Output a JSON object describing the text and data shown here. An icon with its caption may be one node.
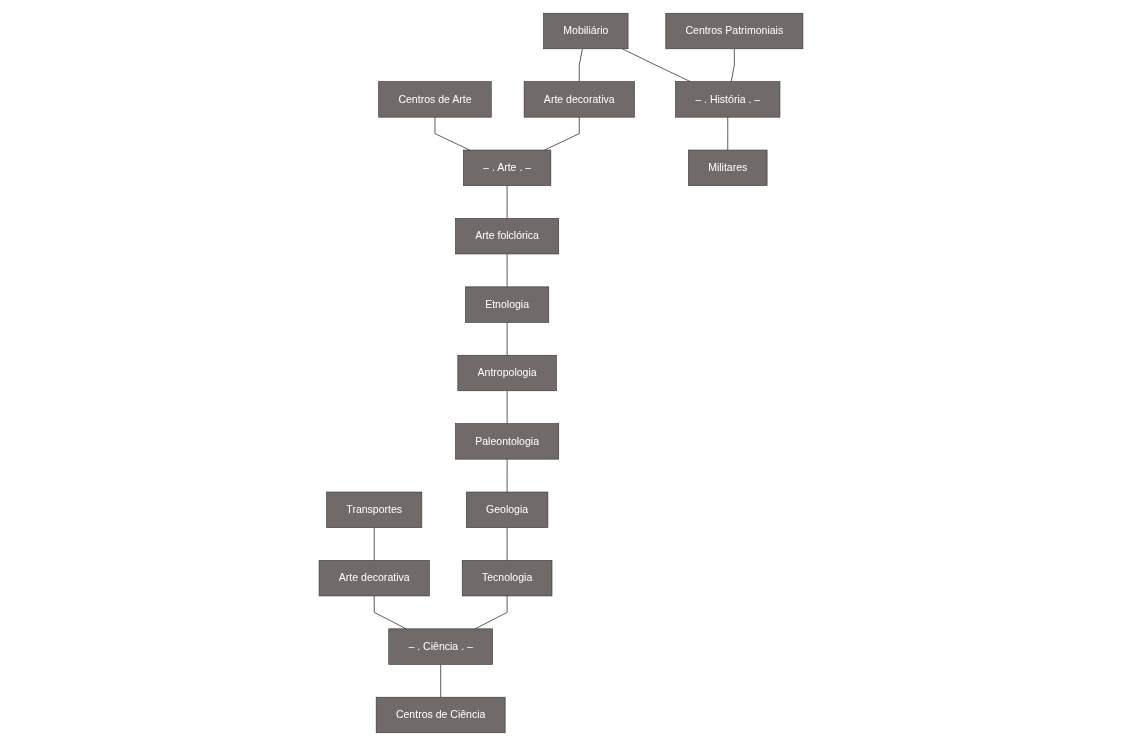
{
  "diagram": {
    "nodes": [
      {
        "text": [
          "Centros de Arte"
        ]
      },
      {
        "text": [
          "Arte decorativa"
        ]
      },
      {
        "text": [
          "– . Arte . –"
        ]
      },
      {
        "text": [
          "Arte folclórica"
        ]
      },
      {
        "text": [
          "Mobiliário"
        ]
      },
      {
        "text": [
          "Etnologia"
        ]
      },
      {
        "text": [
          "Centros Patrimoniais"
        ]
      },
      {
        "text": [
          "– . História . –"
        ]
      },
      {
        "text": [
          "Antropologia"
        ]
      },
      {
        "text": [
          "Paleontologia"
        ]
      },
      {
        "text": [
          "Militares"
        ]
      },
      {
        "text": [
          "– . Ciência . –"
        ]
      },
      {
        "text": [
          "Transportes"
        ]
      },
      {
        "text": [
          "Geologia"
        ]
      },
      {
        "text": [
          "Arte decorativa"
        ]
      },
      {
        "text": [
          "Tecnologia"
        ]
      },
      {
        "text": [
          "Centros de Ciência"
        ]
      }
    ],
    "edges": [
      {
        "from": 0,
        "to": 2,
        "arrow": "none"
      },
      {
        "from": 1,
        "to": 2,
        "arrow": "none"
      },
      {
        "from": 2,
        "to": 3,
        "arrow": "none"
      },
      {
        "from": 4,
        "to": 1,
        "arrow": "none"
      },
      {
        "from": 3,
        "to": 5,
        "arrow": "none"
      },
      {
        "from": 4,
        "to": 7,
        "arrow": "none"
      },
      {
        "from": 6,
        "to": 7,
        "arrow": "none"
      },
      {
        "from": 5,
        "to": 8,
        "arrow": "none"
      },
      {
        "from": 8,
        "to": 9,
        "arrow": "none"
      },
      {
        "from": 7,
        "to": 10,
        "arrow": "none"
      },
      {
        "from": 12,
        "to": 14,
        "arrow": "none"
      },
      {
        "from": 14,
        "to": 11,
        "arrow": "none"
      },
      {
        "from": 9,
        "to": 13,
        "arrow": "none"
      },
      {
        "from": 13,
        "to": 15,
        "arrow": "none"
      },
      {
        "from": 15,
        "to": 11,
        "arrow": "none"
      },
      {
        "from": 11,
        "to": 16,
        "arrow": "none"
      }
    ]
  }
}
